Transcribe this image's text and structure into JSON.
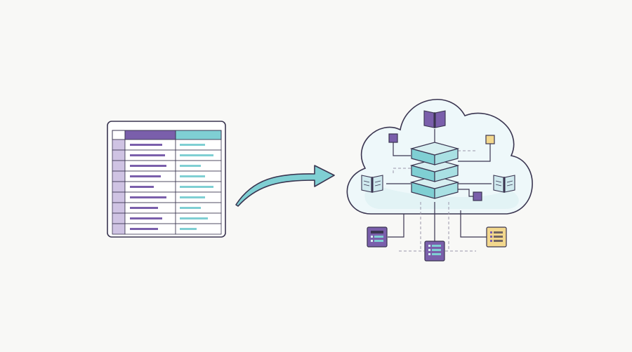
{
  "colors": {
    "background": "#f8f8f6",
    "outline": "#3a3550",
    "purple": "#7a5fab",
    "purple_light": "#cfc3e3",
    "teal": "#7fcfd3",
    "teal_light": "#d7eff1",
    "yellow": "#f3d88d",
    "cloud_fill": "#eef8fa",
    "white": "#ffffff"
  },
  "table": {
    "columns": [
      "purple-header",
      "teal-header"
    ],
    "row_count": 9
  },
  "flow": {
    "direction": "table-to-cloud"
  },
  "cloud": {
    "database_layers": 3,
    "nodes": [
      "book-icon-top",
      "book-icon-left",
      "book-icon-right",
      "square-node-purple",
      "square-node-yellow",
      "square-node-purple-small"
    ],
    "documents": [
      "document-purple-left",
      "document-purple-center",
      "document-yellow-right"
    ]
  }
}
